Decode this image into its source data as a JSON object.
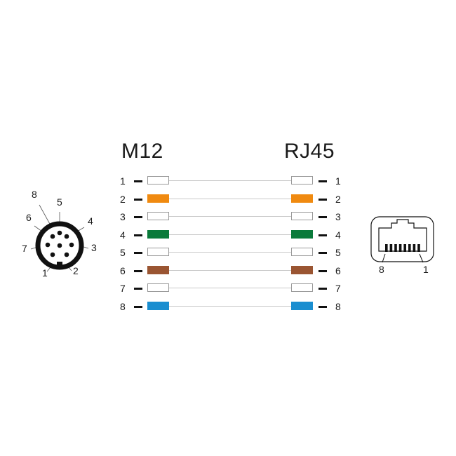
{
  "titles": {
    "left": "M12",
    "right": "RJ45"
  },
  "colors": {
    "white": "#ffffff",
    "orange": "#f08a10",
    "green": "#0a7a3a",
    "brown": "#9a5532",
    "blue": "#1a8ed0",
    "ink": "#111111"
  },
  "wires": [
    {
      "pin": "1",
      "color": "white"
    },
    {
      "pin": "2",
      "color": "orange"
    },
    {
      "pin": "3",
      "color": "white"
    },
    {
      "pin": "4",
      "color": "green"
    },
    {
      "pin": "5",
      "color": "white"
    },
    {
      "pin": "6",
      "color": "brown"
    },
    {
      "pin": "7",
      "color": "white"
    },
    {
      "pin": "8",
      "color": "blue"
    }
  ],
  "m12_connector": {
    "pin_labels": [
      "1",
      "2",
      "3",
      "4",
      "5",
      "6",
      "7",
      "8"
    ]
  },
  "rj45_connector": {
    "left_pin_label": "8",
    "right_pin_label": "1"
  }
}
